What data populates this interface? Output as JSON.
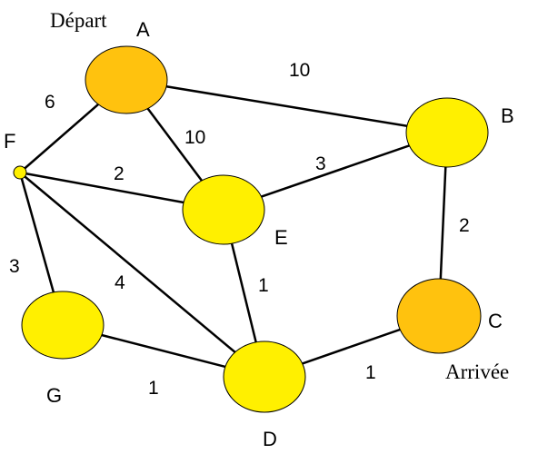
{
  "colors": {
    "start_node": "#FFC20E",
    "end_node": "#FFC20E",
    "regular_node": "#FFF000",
    "edge": "#000000"
  },
  "annotations": {
    "start": "Départ",
    "end": "Arrivée"
  },
  "nodes": [
    {
      "id": "A",
      "label": "A",
      "role": "start"
    },
    {
      "id": "B",
      "label": "B",
      "role": "regular"
    },
    {
      "id": "C",
      "label": "C",
      "role": "end"
    },
    {
      "id": "D",
      "label": "D",
      "role": "regular"
    },
    {
      "id": "E",
      "label": "E",
      "role": "regular"
    },
    {
      "id": "F",
      "label": "F",
      "role": "regular"
    },
    {
      "id": "G",
      "label": "G",
      "role": "regular"
    }
  ],
  "edges": [
    {
      "from": "A",
      "to": "B",
      "weight": "10"
    },
    {
      "from": "A",
      "to": "F",
      "weight": "6"
    },
    {
      "from": "A",
      "to": "E",
      "weight": "10"
    },
    {
      "from": "F",
      "to": "E",
      "weight": "2"
    },
    {
      "from": "E",
      "to": "B",
      "weight": "3"
    },
    {
      "from": "B",
      "to": "C",
      "weight": "2"
    },
    {
      "from": "F",
      "to": "G",
      "weight": "3"
    },
    {
      "from": "F",
      "to": "D",
      "weight": "4"
    },
    {
      "from": "E",
      "to": "D",
      "weight": "1"
    },
    {
      "from": "G",
      "to": "D",
      "weight": "1"
    },
    {
      "from": "D",
      "to": "C",
      "weight": "1"
    }
  ]
}
